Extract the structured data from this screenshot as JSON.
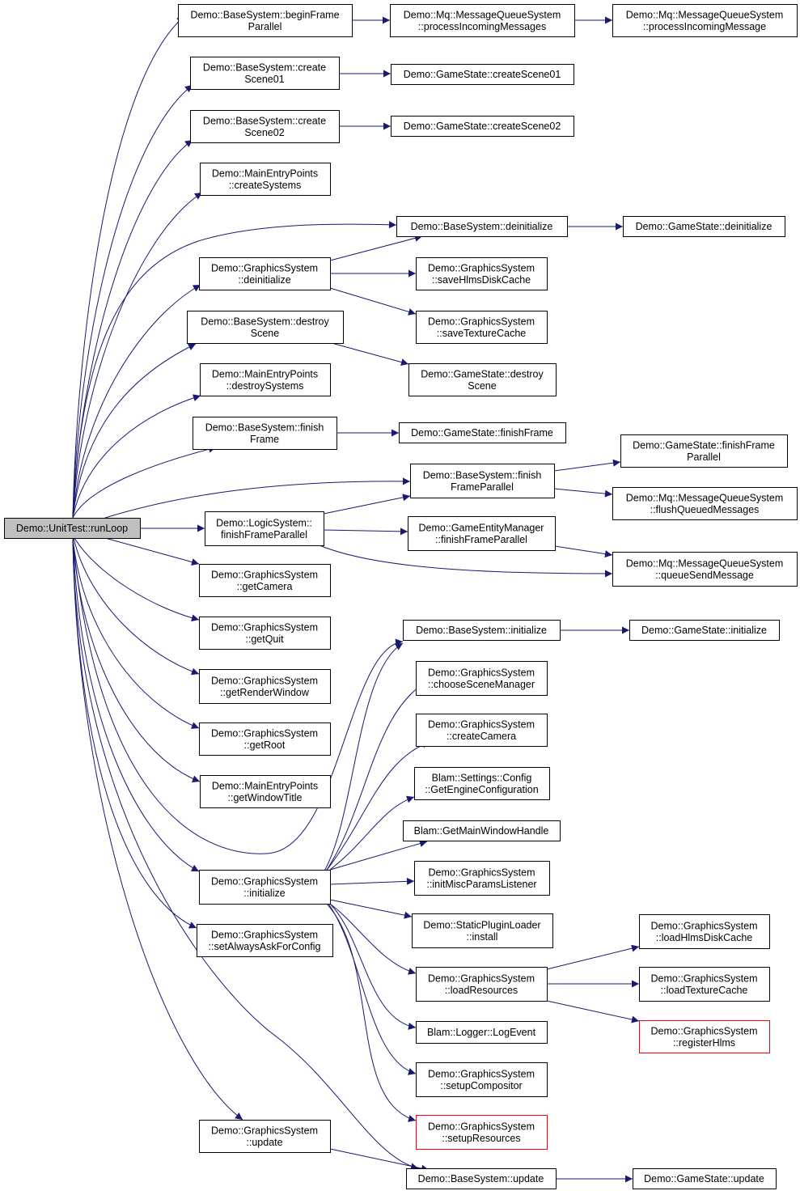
{
  "diagram": {
    "colors": {
      "edge": "#191970",
      "root_fill": "#bfbfbf",
      "node_border": "#000000",
      "truncated_border": "#ff0000"
    },
    "nodes": [
      {
        "id": "runLoop",
        "lines": [
          "Demo::UnitTest::runLoop"
        ],
        "style": "root"
      },
      {
        "id": "bs_beginFrameParallel",
        "lines": [
          "Demo::BaseSystem::beginFrame",
          "Parallel"
        ]
      },
      {
        "id": "mq_processIncomingMessages",
        "lines": [
          "Demo::Mq::MessageQueueSystem",
          "::processIncomingMessages"
        ]
      },
      {
        "id": "mq_processIncomingMessage",
        "lines": [
          "Demo::Mq::MessageQueueSystem",
          "::processIncomingMessage"
        ]
      },
      {
        "id": "bs_createScene01",
        "lines": [
          "Demo::BaseSystem::create",
          "Scene01"
        ]
      },
      {
        "id": "gs_createScene01",
        "lines": [
          "Demo::GameState::createScene01"
        ]
      },
      {
        "id": "bs_createScene02",
        "lines": [
          "Demo::BaseSystem::create",
          "Scene02"
        ]
      },
      {
        "id": "gs_createScene02",
        "lines": [
          "Demo::GameState::createScene02"
        ]
      },
      {
        "id": "me_createSystems",
        "lines": [
          "Demo::MainEntryPoints",
          "::createSystems"
        ]
      },
      {
        "id": "bs_deinitialize",
        "lines": [
          "Demo::BaseSystem::deinitialize"
        ]
      },
      {
        "id": "gst_deinitialize",
        "lines": [
          "Demo::GameState::deinitialize"
        ]
      },
      {
        "id": "gfx_deinitialize",
        "lines": [
          "Demo::GraphicsSystem",
          "::deinitialize"
        ]
      },
      {
        "id": "gfx_saveHlmsDiskCache",
        "lines": [
          "Demo::GraphicsSystem",
          "::saveHlmsDiskCache"
        ]
      },
      {
        "id": "gfx_saveTextureCache",
        "lines": [
          "Demo::GraphicsSystem",
          "::saveTextureCache"
        ]
      },
      {
        "id": "bs_destroyScene",
        "lines": [
          "Demo::BaseSystem::destroy",
          "Scene"
        ]
      },
      {
        "id": "gst_destroyScene",
        "lines": [
          "Demo::GameState::destroy",
          "Scene"
        ]
      },
      {
        "id": "me_destroySystems",
        "lines": [
          "Demo::MainEntryPoints",
          "::destroySystems"
        ]
      },
      {
        "id": "bs_finishFrame",
        "lines": [
          "Demo::BaseSystem::finish",
          "Frame"
        ]
      },
      {
        "id": "gst_finishFrame",
        "lines": [
          "Demo::GameState::finishFrame"
        ]
      },
      {
        "id": "bs_finishFrameParallel",
        "lines": [
          "Demo::BaseSystem::finish",
          "FrameParallel"
        ]
      },
      {
        "id": "gst_finishFrameParallel",
        "lines": [
          "Demo::GameState::finishFrame",
          "Parallel"
        ]
      },
      {
        "id": "mq_flushQueuedMessages",
        "lines": [
          "Demo::Mq::MessageQueueSystem",
          "::flushQueuedMessages"
        ]
      },
      {
        "id": "ls_finishFrameParallel",
        "lines": [
          "Demo::LogicSystem::",
          "finishFrameParallel"
        ]
      },
      {
        "id": "gem_finishFrameParallel",
        "lines": [
          "Demo::GameEntityManager",
          "::finishFrameParallel"
        ]
      },
      {
        "id": "mq_queueSendMessage",
        "lines": [
          "Demo::Mq::MessageQueueSystem",
          "::queueSendMessage"
        ]
      },
      {
        "id": "gfx_getCamera",
        "lines": [
          "Demo::GraphicsSystem",
          "::getCamera"
        ]
      },
      {
        "id": "gfx_getQuit",
        "lines": [
          "Demo::GraphicsSystem",
          "::getQuit"
        ]
      },
      {
        "id": "gfx_getRenderWindow",
        "lines": [
          "Demo::GraphicsSystem",
          "::getRenderWindow"
        ]
      },
      {
        "id": "gfx_getRoot",
        "lines": [
          "Demo::GraphicsSystem",
          "::getRoot"
        ]
      },
      {
        "id": "me_getWindowTitle",
        "lines": [
          "Demo::MainEntryPoints",
          "::getWindowTitle"
        ]
      },
      {
        "id": "bs_initialize",
        "lines": [
          "Demo::BaseSystem::initialize"
        ]
      },
      {
        "id": "gst_initialize",
        "lines": [
          "Demo::GameState::initialize"
        ]
      },
      {
        "id": "gfx_chooseSceneManager",
        "lines": [
          "Demo::GraphicsSystem",
          "::chooseSceneManager"
        ]
      },
      {
        "id": "gfx_createCamera",
        "lines": [
          "Demo::GraphicsSystem",
          "::createCamera"
        ]
      },
      {
        "id": "blam_getEngineConfiguration",
        "lines": [
          "Blam::Settings::Config",
          "::GetEngineConfiguration"
        ]
      },
      {
        "id": "blam_getMainWindowHandle",
        "lines": [
          "Blam::GetMainWindowHandle"
        ]
      },
      {
        "id": "gfx_initialize",
        "lines": [
          "Demo::GraphicsSystem",
          "::initialize"
        ]
      },
      {
        "id": "gfx_initMiscParamsListener",
        "lines": [
          "Demo::GraphicsSystem",
          "::initMiscParamsListener"
        ]
      },
      {
        "id": "gfx_setAlwaysAskForConfig",
        "lines": [
          "Demo::GraphicsSystem",
          "::setAlwaysAskForConfig"
        ]
      },
      {
        "id": "spl_install",
        "lines": [
          "Demo::StaticPluginLoader",
          "::install"
        ]
      },
      {
        "id": "gfx_loadHlmsDiskCache",
        "lines": [
          "Demo::GraphicsSystem",
          "::loadHlmsDiskCache"
        ]
      },
      {
        "id": "gfx_loadResources",
        "lines": [
          "Demo::GraphicsSystem",
          "::loadResources"
        ]
      },
      {
        "id": "gfx_loadTextureCache",
        "lines": [
          "Demo::GraphicsSystem",
          "::loadTextureCache"
        ]
      },
      {
        "id": "gfx_registerHlms",
        "lines": [
          "Demo::GraphicsSystem",
          "::registerHlms"
        ],
        "style": "red"
      },
      {
        "id": "blam_logEvent",
        "lines": [
          "Blam::Logger::LogEvent"
        ]
      },
      {
        "id": "gfx_setupCompositor",
        "lines": [
          "Demo::GraphicsSystem",
          "::setupCompositor"
        ]
      },
      {
        "id": "gfx_setupResources",
        "lines": [
          "Demo::GraphicsSystem",
          "::setupResources"
        ],
        "style": "red"
      },
      {
        "id": "gfx_update",
        "lines": [
          "Demo::GraphicsSystem",
          "::update"
        ]
      },
      {
        "id": "bs_update",
        "lines": [
          "Demo::BaseSystem::update"
        ]
      },
      {
        "id": "gst_update",
        "lines": [
          "Demo::GameState::update"
        ]
      }
    ],
    "edges": [
      [
        "runLoop",
        "bs_beginFrameParallel"
      ],
      [
        "runLoop",
        "bs_createScene01"
      ],
      [
        "runLoop",
        "bs_createScene02"
      ],
      [
        "runLoop",
        "me_createSystems"
      ],
      [
        "runLoop",
        "bs_deinitialize"
      ],
      [
        "runLoop",
        "gfx_deinitialize"
      ],
      [
        "runLoop",
        "bs_destroyScene"
      ],
      [
        "runLoop",
        "me_destroySystems"
      ],
      [
        "runLoop",
        "bs_finishFrame"
      ],
      [
        "runLoop",
        "bs_finishFrameParallel"
      ],
      [
        "runLoop",
        "ls_finishFrameParallel"
      ],
      [
        "runLoop",
        "gfx_getCamera"
      ],
      [
        "runLoop",
        "gfx_getQuit"
      ],
      [
        "runLoop",
        "gfx_getRenderWindow"
      ],
      [
        "runLoop",
        "gfx_getRoot"
      ],
      [
        "runLoop",
        "me_getWindowTitle"
      ],
      [
        "runLoop",
        "bs_initialize"
      ],
      [
        "runLoop",
        "gfx_initialize"
      ],
      [
        "runLoop",
        "gfx_setAlwaysAskForConfig"
      ],
      [
        "runLoop",
        "gfx_update"
      ],
      [
        "runLoop",
        "bs_update"
      ],
      [
        "bs_beginFrameParallel",
        "mq_processIncomingMessages"
      ],
      [
        "mq_processIncomingMessages",
        "mq_processIncomingMessage"
      ],
      [
        "bs_createScene01",
        "gs_createScene01"
      ],
      [
        "bs_createScene02",
        "gs_createScene02"
      ],
      [
        "bs_deinitialize",
        "gst_deinitialize"
      ],
      [
        "gfx_deinitialize",
        "bs_deinitialize"
      ],
      [
        "gfx_deinitialize",
        "gfx_saveHlmsDiskCache"
      ],
      [
        "gfx_deinitialize",
        "gfx_saveTextureCache"
      ],
      [
        "bs_destroyScene",
        "gst_destroyScene"
      ],
      [
        "bs_finishFrame",
        "gst_finishFrame"
      ],
      [
        "bs_finishFrameParallel",
        "gst_finishFrameParallel"
      ],
      [
        "bs_finishFrameParallel",
        "mq_flushQueuedMessages"
      ],
      [
        "ls_finishFrameParallel",
        "bs_finishFrameParallel"
      ],
      [
        "ls_finishFrameParallel",
        "gem_finishFrameParallel"
      ],
      [
        "ls_finishFrameParallel",
        "mq_queueSendMessage"
      ],
      [
        "gem_finishFrameParallel",
        "mq_queueSendMessage"
      ],
      [
        "bs_initialize",
        "gst_initialize"
      ],
      [
        "gfx_initialize",
        "bs_initialize"
      ],
      [
        "gfx_initialize",
        "gfx_chooseSceneManager"
      ],
      [
        "gfx_initialize",
        "gfx_createCamera"
      ],
      [
        "gfx_initialize",
        "blam_getEngineConfiguration"
      ],
      [
        "gfx_initialize",
        "blam_getMainWindowHandle"
      ],
      [
        "gfx_initialize",
        "gfx_initMiscParamsListener"
      ],
      [
        "gfx_initialize",
        "spl_install"
      ],
      [
        "gfx_initialize",
        "gfx_loadResources"
      ],
      [
        "gfx_initialize",
        "blam_logEvent"
      ],
      [
        "gfx_initialize",
        "gfx_setupCompositor"
      ],
      [
        "gfx_initialize",
        "gfx_setupResources"
      ],
      [
        "gfx_loadResources",
        "gfx_loadHlmsDiskCache"
      ],
      [
        "gfx_loadResources",
        "gfx_loadTextureCache"
      ],
      [
        "gfx_loadResources",
        "gfx_registerHlms"
      ],
      [
        "gfx_update",
        "bs_update"
      ],
      [
        "bs_update",
        "gst_update"
      ]
    ]
  }
}
